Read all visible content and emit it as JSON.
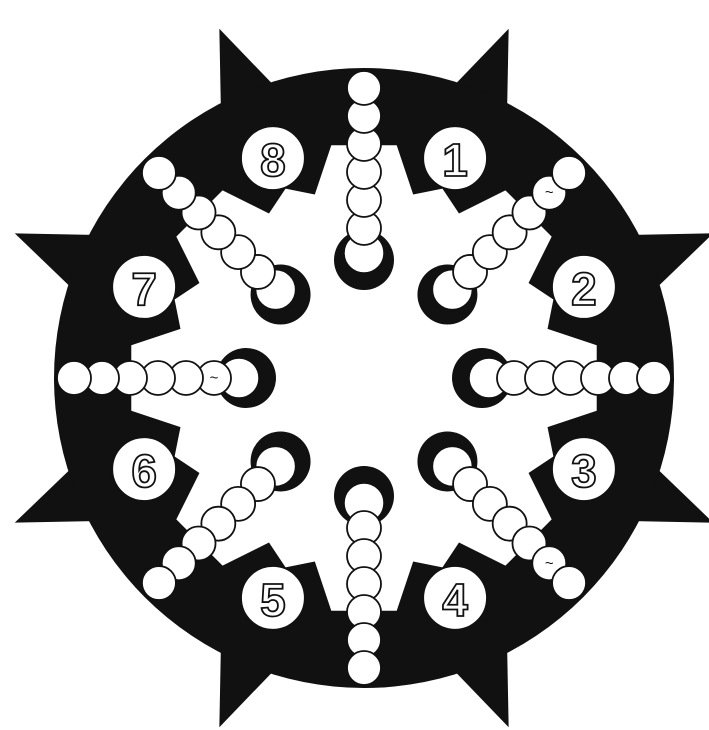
{
  "board": {
    "sections": [
      {
        "number": "1"
      },
      {
        "number": "2"
      },
      {
        "number": "3"
      },
      {
        "number": "4"
      },
      {
        "number": "5"
      },
      {
        "number": "6"
      },
      {
        "number": "7"
      },
      {
        "number": "8"
      }
    ],
    "track_marks": [
      {
        "text": "~"
      },
      {
        "text": "~"
      },
      {
        "text": "~"
      }
    ],
    "colors": {
      "background": "#ffffff",
      "board": "#111111",
      "hole": "#ffffff",
      "outline": "#111111"
    }
  }
}
